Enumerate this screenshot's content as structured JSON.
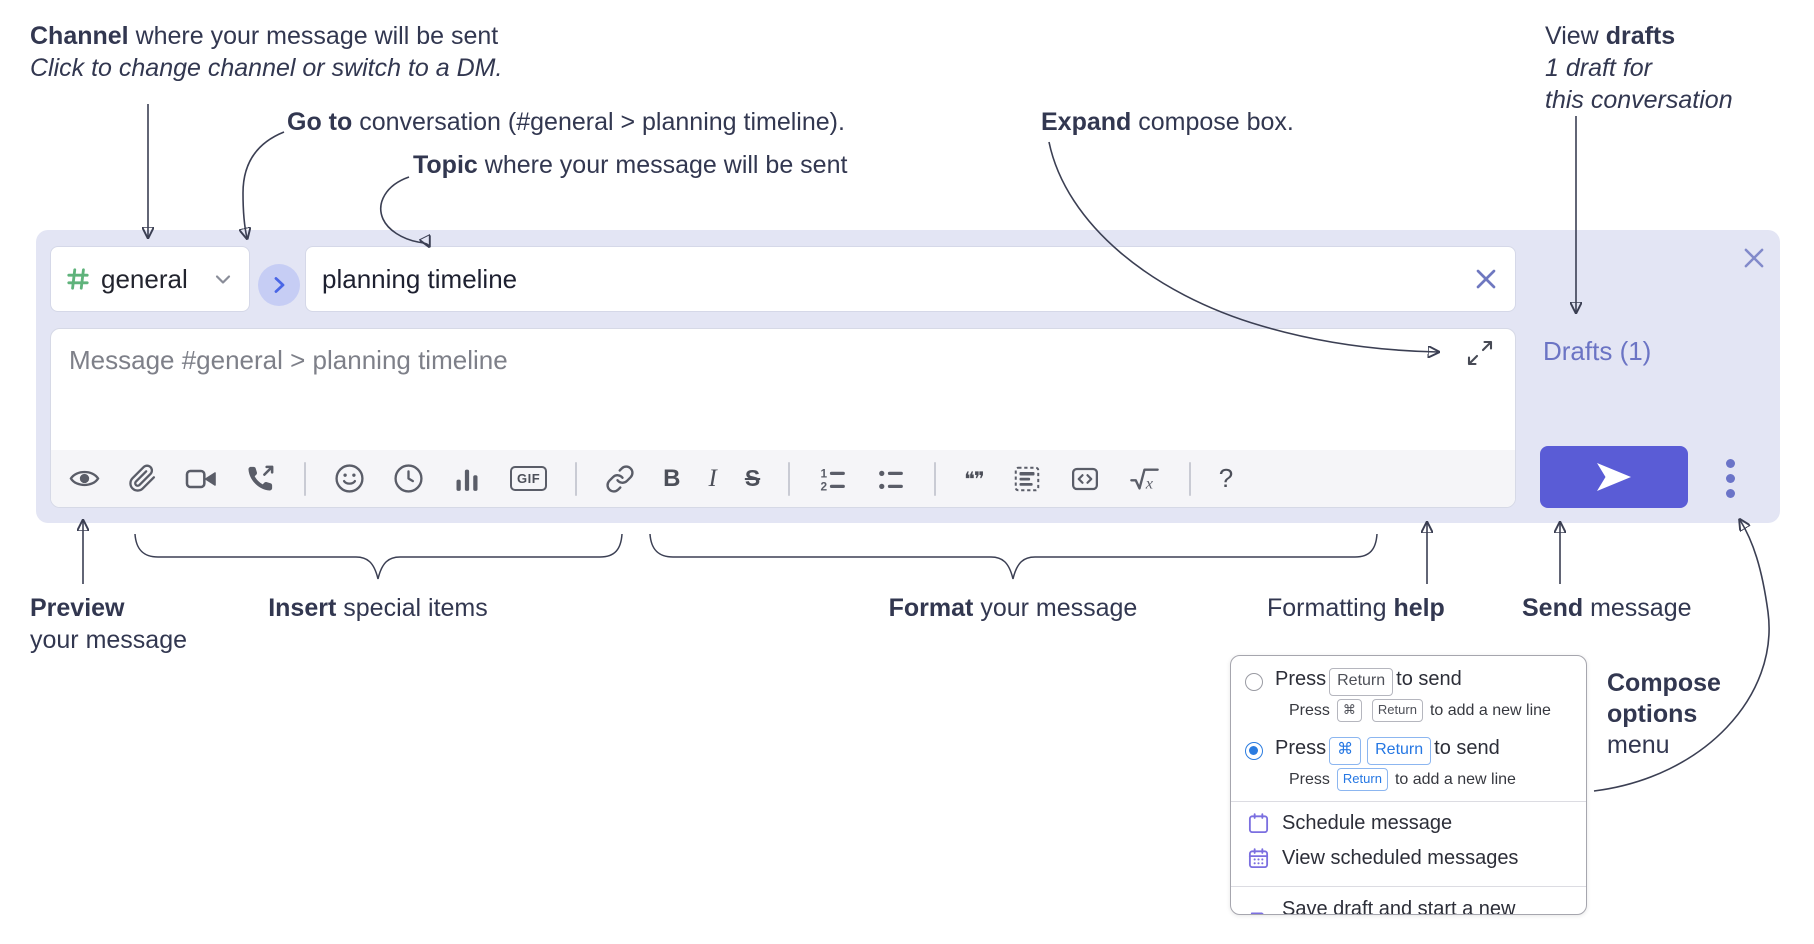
{
  "annotations": {
    "channel_bold": "Channel",
    "channel_rest": " where your message will be sent",
    "channel_sub": "Click to change channel or switch to a DM.",
    "goto_bold": "Go to",
    "goto_rest": " conversation (#general > planning timeline).",
    "topic_bold": "Topic",
    "topic_rest": " where your message will be sent",
    "expand_bold": "Expand",
    "expand_rest": " compose box.",
    "drafts_pre": "View ",
    "drafts_bold": "drafts",
    "drafts_line2": "1 draft for",
    "drafts_line3": "this conversation",
    "preview_bold": "Preview",
    "preview_rest": "your message",
    "insert_bold": "Insert",
    "insert_rest": " special items",
    "format_bold": "Format",
    "format_rest": " your message",
    "help_pre": "Formatting ",
    "help_bold": "help",
    "send_bold": "Send",
    "send_rest": " message",
    "compose_line1": "Compose",
    "compose_line2": "options",
    "compose_line3": "menu"
  },
  "compose": {
    "channel_name": "general",
    "topic_value": "planning timeline",
    "message_placeholder": "Message #general > planning timeline",
    "drafts_label": "Drafts (1)"
  },
  "toolbar": {
    "bold_label": "B",
    "italic_label": "I",
    "strike_label": "S",
    "gif_label": "GIF",
    "quote_label": "❝❞",
    "help_label": "?",
    "icon_names": [
      "preview",
      "attach-file",
      "video-call",
      "audio-call",
      "emoji",
      "time",
      "poll",
      "gif",
      "link",
      "bold",
      "italic",
      "strikethrough",
      "numbered-list",
      "bulleted-list",
      "quote",
      "code-block",
      "code",
      "math",
      "help"
    ]
  },
  "options_menu": {
    "row1_press": "Press",
    "row1_key": "Return",
    "row1_after": "to send",
    "row1_sub_press": "Press",
    "row1_sub_key1": "⌘",
    "row1_sub_key2": "Return",
    "row1_sub_after": "to add a new line",
    "row2_press": "Press",
    "row2_key1": "⌘",
    "row2_key2": "Return",
    "row2_after": "to send",
    "row2_sub_press": "Press",
    "row2_sub_key": "Return",
    "row2_sub_after": "to add a new line",
    "item_schedule": "Schedule message",
    "item_view_scheduled": "View scheduled messages",
    "item_save_draft": "Save draft and start a new message"
  },
  "colors": {
    "panel_bg": "#e3e5f4",
    "send_button": "#5a5cd6",
    "drafts_link": "#6b74c4",
    "channel_hash_green": "#5fb37b",
    "goto_blue": "#4a66e6",
    "menu_icon_purple": "#7b6fe0",
    "radio_selected_blue": "#2b7ce0",
    "ink": "#323750"
  }
}
